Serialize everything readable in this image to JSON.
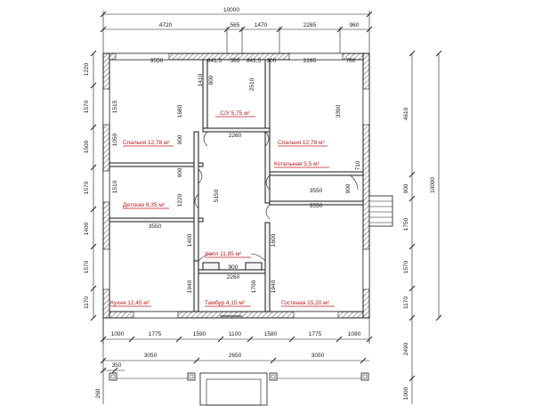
{
  "colors": {
    "ink": "#1a1a1a",
    "room_label": "#c0161b",
    "wall_fill": "#f4f4f4"
  },
  "dims": {
    "overall_top": "10000",
    "top_row": [
      "4720",
      "565",
      "1470",
      "2285",
      "960"
    ],
    "inner_top": [
      "3550",
      "841,5",
      "565",
      "841,5",
      "300",
      "2285",
      "760"
    ],
    "left_col": [
      "1220",
      "1570",
      "1500",
      "1570",
      "1400",
      "1570",
      "1170"
    ],
    "right_col": [
      "4610",
      "10000",
      "900",
      "1750",
      "1570",
      "1170",
      "2490",
      "1000"
    ],
    "bottom_row": [
      "1090",
      "1775",
      "1590",
      "1100",
      "1580",
      "1775",
      "1090"
    ],
    "porch_row": [
      "350",
      "3050",
      "2650",
      "3050",
      "260"
    ],
    "inner": {
      "bath_h": "1410",
      "bath_w": "800",
      "bath_h2": "2510",
      "corr_w": "2260",
      "bed1_h": "1680",
      "bed1_door": "900",
      "bed1_v": "1515",
      "bed1_v2": "1050",
      "bed2_v": "3390",
      "boiler_v": "710",
      "boiler_w": "3550",
      "boiler_door": "900",
      "child_v": "1510",
      "child_h": "1220",
      "child_door": "900",
      "hall_v": "5150",
      "hall_w1": "3550",
      "hall_w2": "3550",
      "hall_v2": "1400",
      "hall_v3": "1600",
      "vest_w": "900",
      "vest_w2": "2260",
      "vest_v1": "1940",
      "vest_v2": "1700",
      "vest_v3": "1940"
    }
  },
  "rooms": {
    "bathroom": "С/У 5,75 м²",
    "bedroom_left": "Спальня 12,78 м²",
    "bedroom_right": "Спальня 12,78 м²",
    "boiler": "Котельная 5,5 м²",
    "kids": "Детская 8,35 м²",
    "hall": "Холл 11,85 м²",
    "kitchen": "Кухня 12,45 м²",
    "vestibule": "Тамбур 4,15 м²",
    "living": "Гостиная 15,20 м²"
  }
}
